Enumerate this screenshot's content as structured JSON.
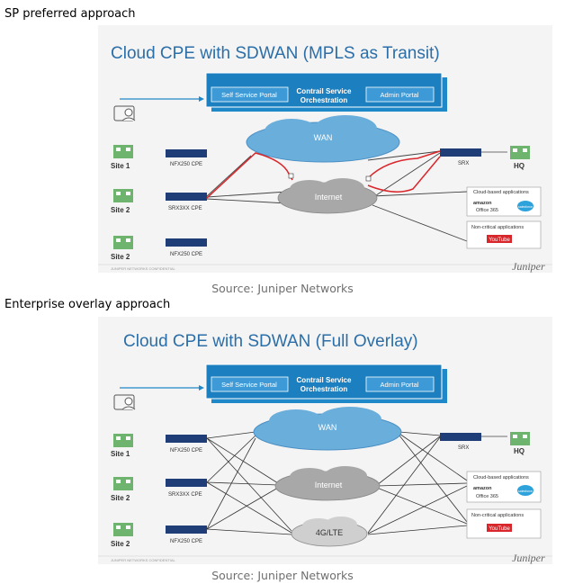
{
  "captions": {
    "top": "SP preferred approach",
    "bottom": "Enterprise overlay approach"
  },
  "source_text": "Source: Juniper Networks",
  "slide1": {
    "title": "Cloud CPE with SDWAN (MPLS as Transit)",
    "portal": {
      "left": "Self Service Portal",
      "center_line1": "Contrail Service",
      "center_line2": "Orchestration",
      "right": "Admin Portal"
    },
    "sites": [
      {
        "label": "Site 1",
        "device": "NFX250 CPE"
      },
      {
        "label": "Site 2",
        "device": "SRX3XX CPE"
      },
      {
        "label": "Site 2",
        "device": "NFX250 CPE"
      }
    ],
    "clouds": [
      "WAN",
      "Internet"
    ],
    "hq": {
      "device": "SRX",
      "label": "HQ"
    },
    "apps": {
      "cloud_based": "Cloud-based applications",
      "non_critical": "Non-critical applications",
      "amazon": "amazon",
      "office": "Office 365",
      "youtube": "YouTube",
      "salesforce": "salesforce"
    },
    "footer": "JUNIPER NETWORKS CONFIDENTIAL",
    "logo": "Juniper"
  },
  "slide2": {
    "title": "Cloud CPE with SDWAN (Full Overlay)",
    "portal": {
      "left": "Self Service Portal",
      "center_line1": "Contrail Service",
      "center_line2": "Orchestration",
      "right": "Admin Portal"
    },
    "sites": [
      {
        "label": "Site 1",
        "device": "NFX250 CPE"
      },
      {
        "label": "Site 2",
        "device": "SRX3XX CPE"
      },
      {
        "label": "Site 2",
        "device": "NFX250 CPE"
      }
    ],
    "clouds": [
      "WAN",
      "Internet",
      "4G/LTE"
    ],
    "hq": {
      "device": "SRX",
      "label": "HQ"
    },
    "apps": {
      "cloud_based": "Cloud-based applications",
      "non_critical": "Non-critical applications",
      "amazon": "amazon",
      "office": "Office 365",
      "youtube": "YouTube",
      "salesforce": "salesforce"
    },
    "footer": "JUNIPER NETWORKS CONFIDENTIAL",
    "logo": "Juniper"
  },
  "colors": {
    "accent_blue": "#1e88c8",
    "title_blue": "#2b6ea8",
    "cloud_blue": "#6aaedb",
    "cloud_gray": "#a8a8a8",
    "site_green": "#6eb36e",
    "red_path": "#d9262b"
  }
}
